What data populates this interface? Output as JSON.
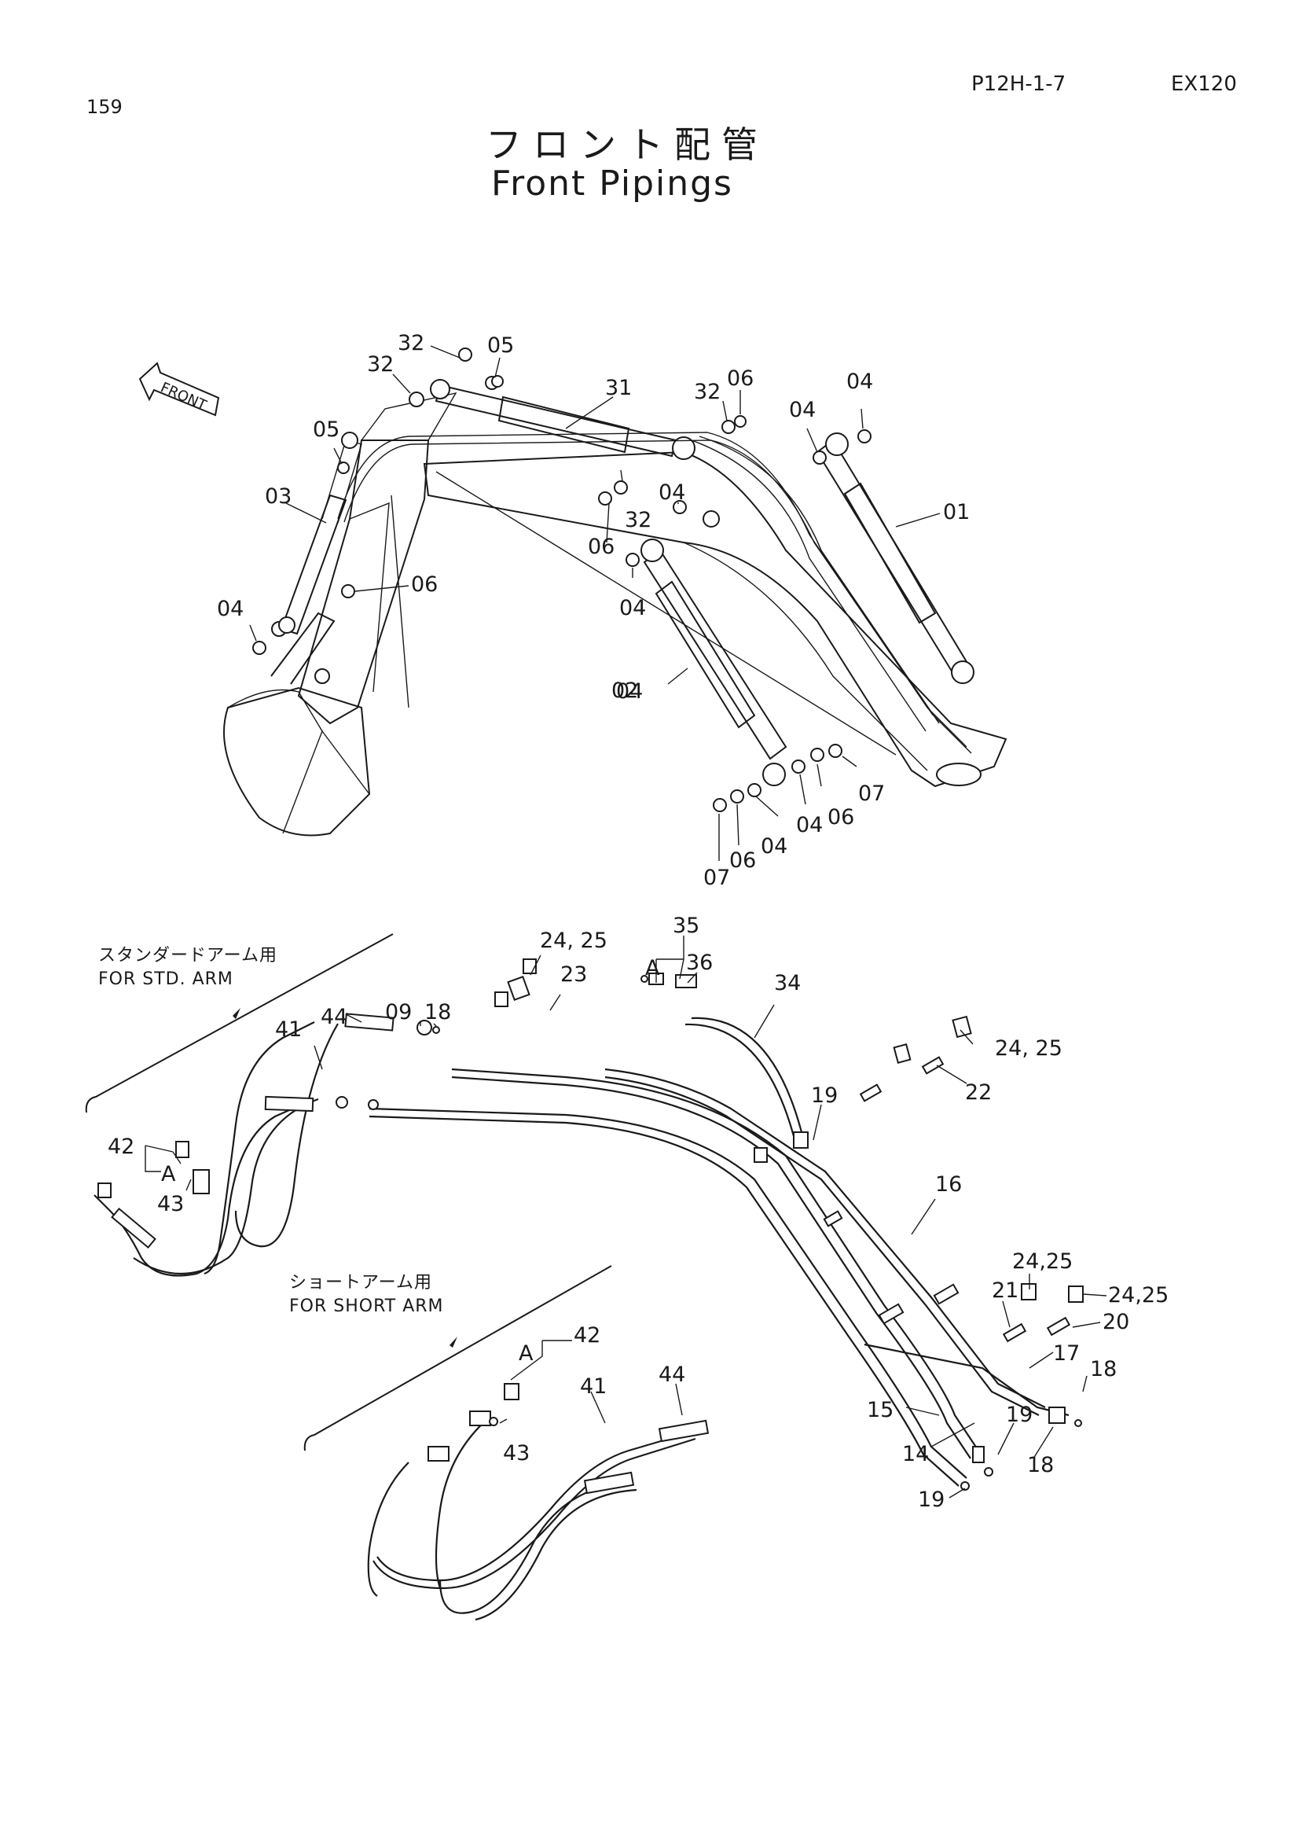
{
  "header": {
    "page_number": "159",
    "page_code": "P12H-1-7",
    "model": "EX120",
    "title_jp": "フロント配管",
    "title_en": "Front Pipings"
  },
  "front_arrow": "FRONT",
  "captions": {
    "std_jp": "スタンダードアーム用",
    "std_en": "FOR STD. ARM",
    "short_jp": "ショートアーム用",
    "short_en": "FOR SHORT ARM"
  },
  "labels": {
    "top": [
      "32",
      "05",
      "32",
      "31",
      "32",
      "06",
      "04",
      "04",
      "05",
      "03",
      "01",
      "04",
      "32",
      "06",
      "04",
      "06",
      "04",
      "04",
      "02",
      "07",
      "06",
      "04",
      "04",
      "06",
      "07"
    ],
    "bottom": [
      "35",
      "24, 25",
      "36",
      "A",
      "23",
      "34",
      "09",
      "18",
      "44",
      "41",
      "24, 25",
      "22",
      "19",
      "42",
      "A",
      "43",
      "16",
      "24,25",
      "24,25",
      "21",
      "20",
      "17",
      "18",
      "15",
      "19",
      "14",
      "18",
      "19",
      "A",
      "42",
      "44",
      "41",
      "43"
    ]
  }
}
